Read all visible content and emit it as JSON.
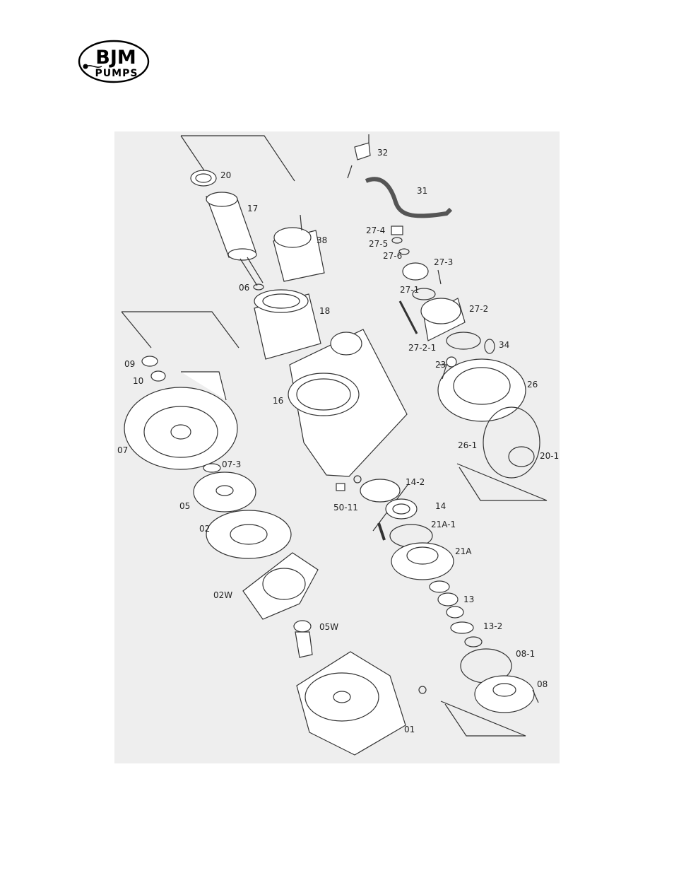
{
  "logo": {
    "line1": "BJM",
    "line2": "PUMPS"
  },
  "labels": [
    {
      "id": "p20",
      "text": "20"
    },
    {
      "id": "p17",
      "text": "17"
    },
    {
      "id": "p38",
      "text": "38"
    },
    {
      "id": "p06",
      "text": "06"
    },
    {
      "id": "p18",
      "text": "18"
    },
    {
      "id": "p16",
      "text": "16"
    },
    {
      "id": "p09",
      "text": "09"
    },
    {
      "id": "p10",
      "text": "10"
    },
    {
      "id": "p07",
      "text": "07"
    },
    {
      "id": "p07-3",
      "text": "07-3"
    },
    {
      "id": "p05",
      "text": "05"
    },
    {
      "id": "p02",
      "text": "02"
    },
    {
      "id": "p02W",
      "text": "02W"
    },
    {
      "id": "p05W",
      "text": "05W"
    },
    {
      "id": "p01",
      "text": "01"
    },
    {
      "id": "p32",
      "text": "32"
    },
    {
      "id": "p31",
      "text": "31"
    },
    {
      "id": "p27-4",
      "text": "27-4"
    },
    {
      "id": "p27-5",
      "text": "27-5"
    },
    {
      "id": "p27-6",
      "text": "27-6"
    },
    {
      "id": "p27-3",
      "text": "27-3"
    },
    {
      "id": "p27-1",
      "text": "27-1"
    },
    {
      "id": "p27-2",
      "text": "27-2"
    },
    {
      "id": "p27-2-1",
      "text": "27-2-1"
    },
    {
      "id": "p34",
      "text": "34"
    },
    {
      "id": "p23",
      "text": "23"
    },
    {
      "id": "p26",
      "text": "26"
    },
    {
      "id": "p26-1",
      "text": "26-1"
    },
    {
      "id": "p20-1",
      "text": "20-1"
    },
    {
      "id": "p14-2",
      "text": "14-2"
    },
    {
      "id": "p50-11",
      "text": "50-11"
    },
    {
      "id": "p14",
      "text": "14"
    },
    {
      "id": "p21A-1",
      "text": "21A-1"
    },
    {
      "id": "p21A",
      "text": "21A"
    },
    {
      "id": "p13",
      "text": "13"
    },
    {
      "id": "p13-2",
      "text": "13-2"
    },
    {
      "id": "p08-1",
      "text": "08-1"
    },
    {
      "id": "p08",
      "text": "08"
    }
  ]
}
